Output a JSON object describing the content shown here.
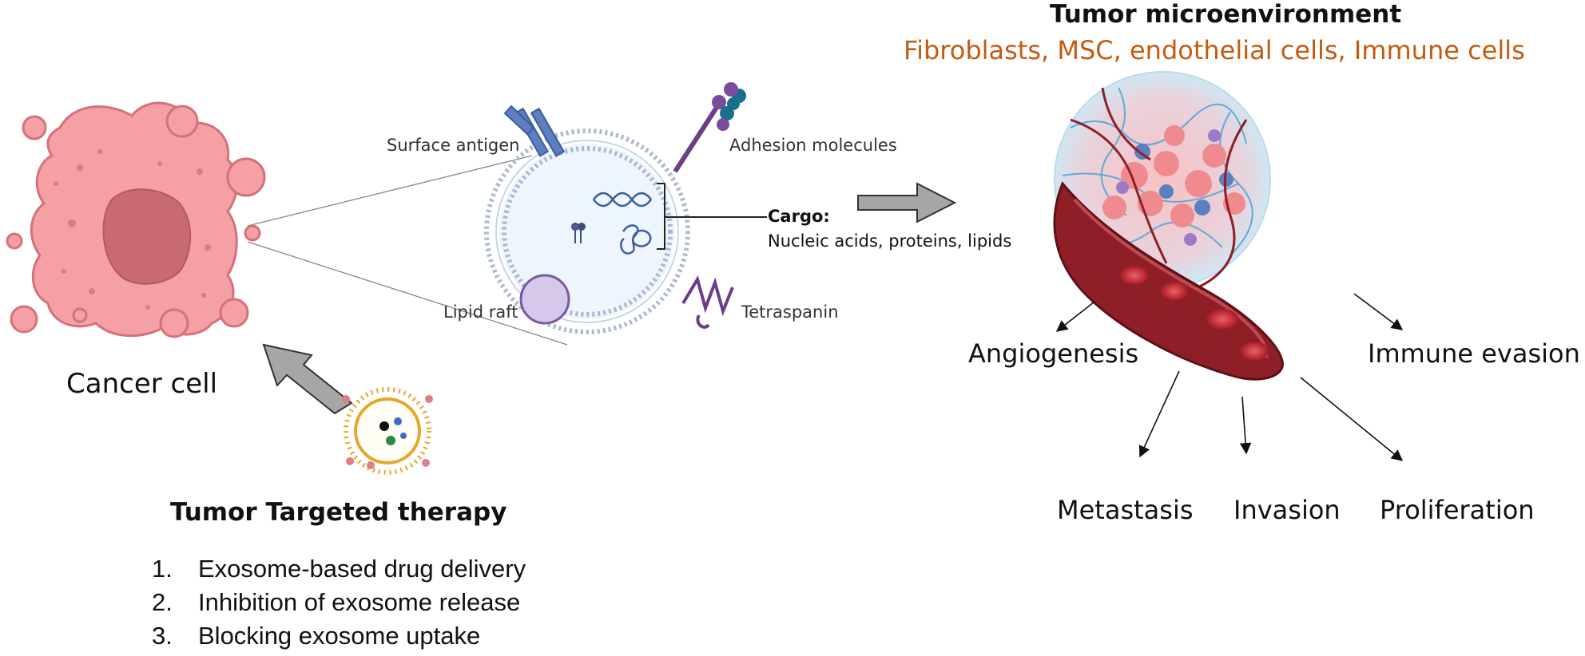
{
  "colors": {
    "cell_fill": "#f4a0a4",
    "cell_edge": "#d5717a",
    "nucleus": "#c96a70",
    "membrane": "#a9b8cf",
    "arrow_gray": "#a6a6a6",
    "accent_orange": "#c55a11",
    "vessel": "#8e1f27",
    "rbc": "#c9323c",
    "lipid_raft": "#d6c8ea",
    "capillary_blue": "#4aa3d4"
  },
  "left": {
    "cancer_cell_label": "Cancer cell",
    "therapy_title": "Tumor Targeted therapy",
    "therapy_items": [
      {
        "num": "1.",
        "text": "Exosome-based drug delivery"
      },
      {
        "num": "2.",
        "text": "Inhibition of exosome release"
      },
      {
        "num": "3.",
        "text": "Blocking exosome uptake"
      }
    ]
  },
  "exosome": {
    "surface_antigen": "Surface antigen",
    "adhesion_molecules": "Adhesion molecules",
    "cargo_title": "Cargo:",
    "cargo_text": "Nucleic acids, proteins, lipids",
    "lipid_raft": "Lipid raft",
    "tetraspanin": "Tetraspanin"
  },
  "right": {
    "title": "Tumor microenvironment",
    "subtitle": "Fibroblasts, MSC, endothelial cells, Immune cells",
    "outcomes": {
      "angiogenesis": "Angiogenesis",
      "immune_evasion": "Immune evasion",
      "metastasis": "Metastasis",
      "invasion": "Invasion",
      "proliferation": "Proliferation"
    }
  }
}
